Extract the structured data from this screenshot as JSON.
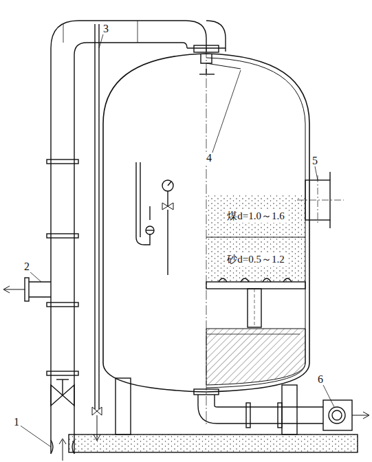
{
  "diagram": {
    "nodes": [
      {
        "text": [
          "煤d=1.0～1.6"
        ]
      },
      {
        "text": [
          "砂d=0.5～1.2"
        ]
      }
    ],
    "labels": [
      "1",
      "2",
      "3",
      "4",
      "5",
      "6"
    ]
  }
}
